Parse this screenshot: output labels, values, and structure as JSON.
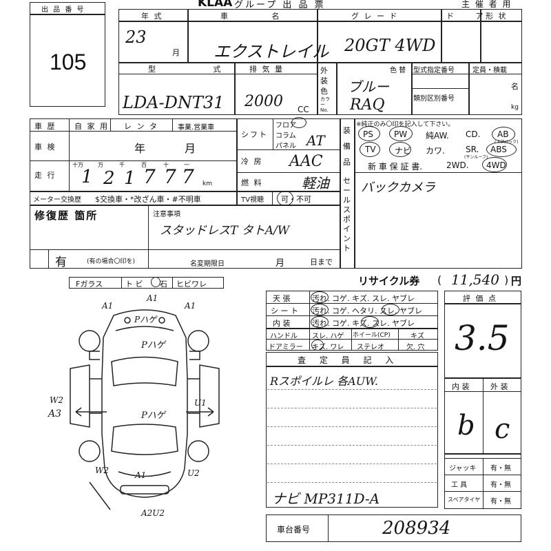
{
  "header": {
    "logo": "KLAA",
    "title_rest": "グループ 出 品 票",
    "organizer": "主 催 者 用"
  },
  "lot": {
    "label": "出 品 番 号",
    "number": "105"
  },
  "labels": {
    "year": "年 式",
    "car_name": "車 名",
    "grade": "グ レ ー ド",
    "door": "ド ア",
    "shape": "形 状",
    "month_unit": "月",
    "model": "型 式",
    "displacement": "排 気 量",
    "exterior_color": "外装色",
    "color": "色 替",
    "color_no": "カラー No.",
    "type_no": "型式指定番号",
    "class_no": "類別区別番号",
    "capacity": "定員・積載",
    "person_unit": "名",
    "kg_unit": "kg",
    "cc_unit": "CC",
    "history": "車 歴",
    "private": "自 家 用",
    "rental": "レ ン タ",
    "business": "事業.営業車",
    "inspection": "車 検",
    "year_unit": "年",
    "month_unit2": "月",
    "mileage": "走 行",
    "digits": [
      "十万",
      "万",
      "千",
      "百",
      "十",
      "一"
    ],
    "km": "km",
    "meter": "メーター交換歴",
    "meter_options": "$交換車・*改ざん車・#不明車",
    "shift": "シフト",
    "floor": "フロア",
    "column": "コラム",
    "panel": "パネル",
    "aircon": "冷 房",
    "fuel": "燃 料",
    "tv": "TV視聴",
    "tv_options": "可・不可",
    "equipment": "装備品",
    "genuine_note": "※純正のみ〇印を記入して下さい。",
    "eq_row1": [
      "PS",
      "PW",
      "純AW.",
      "CD.",
      "AB"
    ],
    "eq_row1_note": "(エアバック)",
    "eq_row2": [
      "TV",
      "ナビ",
      "カワ.",
      "SR.",
      "ABS"
    ],
    "eq_row2_note": "(サンルーフ)",
    "eq_row3": [
      "新 車 保 証 書.",
      "2WD.",
      "4WD"
    ],
    "sales_point": "セールスポイント",
    "repair": "修復歴 箇所",
    "repair_has": "有",
    "repair_note": "(有の場合〇印を)",
    "notes": "注意事項",
    "name_change": "名変期限日",
    "month_unit3": "月",
    "day_until": "日まで",
    "glass_row": [
      "Fガラス",
      "ト ビ",
      "石",
      "ヒビワレ"
    ],
    "recycle": "リサイクル券",
    "yen": "円",
    "score": "評 価 点",
    "interior": "内 装",
    "exterior": "外 装",
    "jack": "ジャッキ",
    "tools": "工 具",
    "spare": "スペアタイヤ",
    "yes_no": "有・無",
    "inspector": "査 定 員 記 入",
    "chassis": "車台番号"
  },
  "interior_table": [
    {
      "label": "天 張",
      "options": "汚れ. コゲ. キズ. スレ. ヤブレ"
    },
    {
      "label": "シ ー ト",
      "options": "汚れ. コゲ. ヘタリ. スレ. ヤブレ"
    },
    {
      "label": "内 装",
      "options": "汚れ. コゲ. キズ. スレ. ヤブレ"
    }
  ],
  "small_rows": [
    [
      "ハンドル",
      "スレ. ハゲ",
      "ホイール(CP)",
      "キズ"
    ],
    [
      "ドアミラー",
      "キズ. ワレ",
      "ステレオ",
      "欠. 穴"
    ]
  ],
  "values": {
    "year": "23",
    "car_name": "エクストレイル",
    "grade": "20GT 4WD",
    "model": "LDA-DNT31",
    "displacement": "2000",
    "color_name": "ブルー",
    "color_code": "RAQ",
    "mileage_digits": [
      "1",
      "2",
      "1",
      "7",
      "7",
      "7"
    ],
    "shift": "AT",
    "aircon": "AAC",
    "fuel": "軽油",
    "sales_point": "バックカメラ",
    "notes": "スタッドレスT タトA/W",
    "recycle": "11,540",
    "score": "3.5",
    "interior_grade": "b",
    "exterior_grade": "c",
    "inspector_line1": "Rスポイルレ 各AUW.",
    "inspector_line2": "ナビ MP311D-A",
    "chassis": "208934",
    "diagram_marks": [
      "A1",
      "A1",
      "A1",
      "Pハゲ",
      "Pハゲ",
      "Pハゲ",
      "W2",
      "A3",
      "U1",
      "W2",
      "A1",
      "U2",
      "A2U2"
    ]
  }
}
